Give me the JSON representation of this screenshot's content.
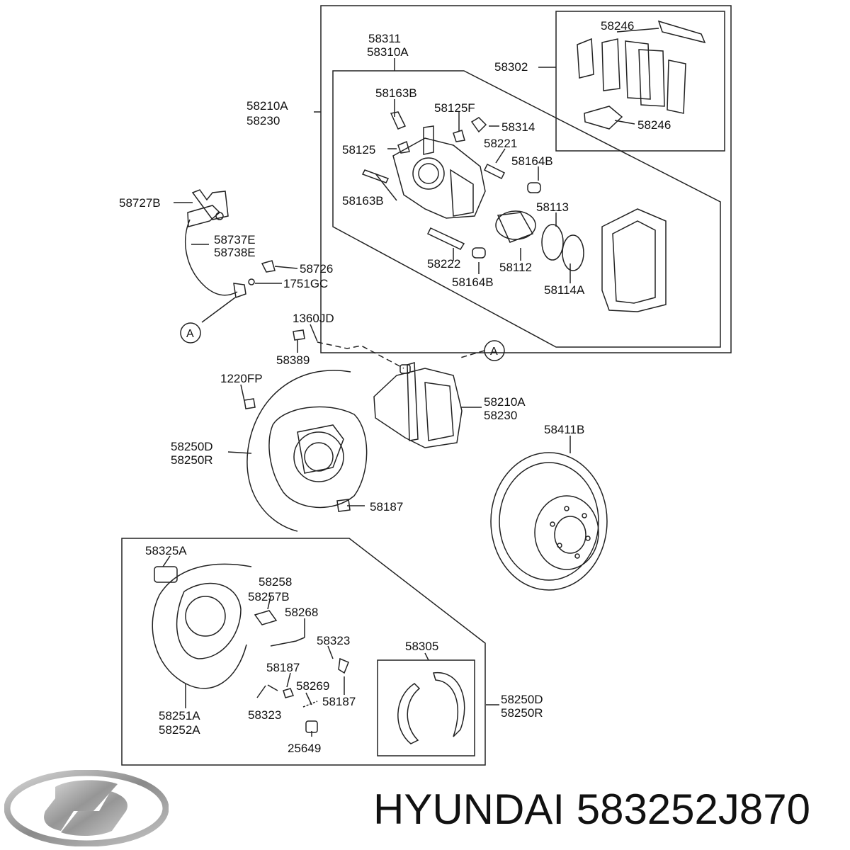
{
  "labels": {
    "p58246_top": "58246",
    "p58311": "58311",
    "p58310A": "58310A",
    "p58302": "58302",
    "p58210A_top": "58210A",
    "p58230_top": "58230",
    "p58163B_a": "58163B",
    "p58125F": "58125F",
    "p58314": "58314",
    "p58246_bottom": "58246",
    "p58125": "58125",
    "p58221": "58221",
    "p58164B_a": "58164B",
    "p58163B_b": "58163B",
    "p58113": "58113",
    "p58727B": "58727B",
    "p58737E": "58737E",
    "p58738E": "58738E",
    "p58222": "58222",
    "p58112": "58112",
    "p58164B_b": "58164B",
    "p58114A": "58114A",
    "p58726": "58726",
    "p1751GC": "1751GC",
    "p1360JD": "1360JD",
    "p58389": "58389",
    "p1220FP": "1220FP",
    "p58210A_mid": "58210A",
    "p58230_mid": "58230",
    "p58411B": "58411B",
    "p58250D_a": "58250D",
    "p58250R_a": "58250R",
    "p58187_a": "58187",
    "p58325A": "58325A",
    "p58258": "58258",
    "p58257B": "58257B",
    "p58268": "58268",
    "p58323_a": "58323",
    "p58305": "58305",
    "p58187_b": "58187",
    "p58269": "58269",
    "p58187_c": "58187",
    "p58323_b": "58323",
    "p58250D_b": "58250D",
    "p58250R_b": "58250R",
    "p58251A": "58251A",
    "p58252A": "58252A",
    "p25649": "25649"
  },
  "callouts": {
    "a1": "A",
    "a2": "A"
  },
  "footer": {
    "brand": "HYUNDAI",
    "part_number": "583252J870"
  },
  "icons": {
    "logo": "hyundai-logo"
  },
  "colors": {
    "line": "#222222",
    "text": "#111111",
    "background": "#ffffff"
  }
}
